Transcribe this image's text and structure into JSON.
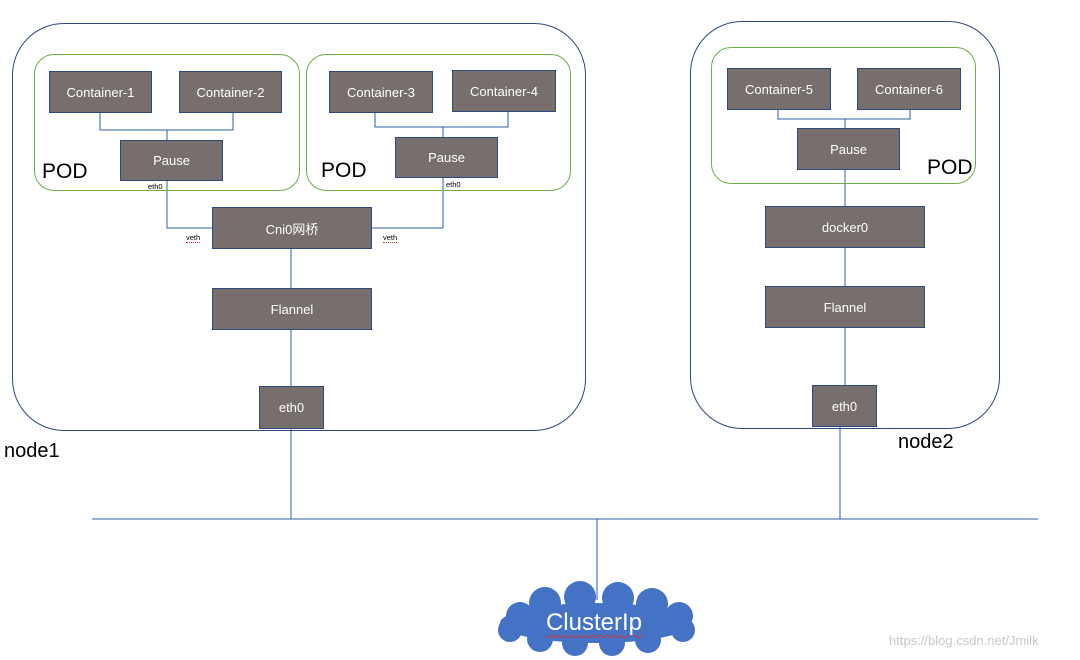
{
  "node1": {
    "label": "node1",
    "pods": [
      {
        "label": "POD",
        "containers": [
          "Container-1",
          "Container-2"
        ],
        "pause": "Pause",
        "iface": "eth0"
      },
      {
        "label": "POD",
        "containers": [
          "Container-3",
          "Container-4"
        ],
        "pause": "Pause",
        "iface": "eth0"
      }
    ],
    "bridge": "Cni0网桥",
    "veth_left": "veth",
    "veth_right": "veth",
    "flannel": "Flannel",
    "eth": "eth0"
  },
  "node2": {
    "label": "node2",
    "pod": {
      "label": "POD",
      "containers": [
        "Container-5",
        "Container-6"
      ],
      "pause": "Pause"
    },
    "bridge": "docker0",
    "flannel": "Flannel",
    "eth": "eth0"
  },
  "cluster": {
    "label": "ClusterIp"
  },
  "watermark": "https://blog.csdn.net/Jmilk",
  "colors": {
    "node_border": "#2e4a7a",
    "pod_border": "#70ad47",
    "box_fill": "#766f6d",
    "cloud_fill": "#4472c4",
    "wire": "#2e5fa5"
  }
}
